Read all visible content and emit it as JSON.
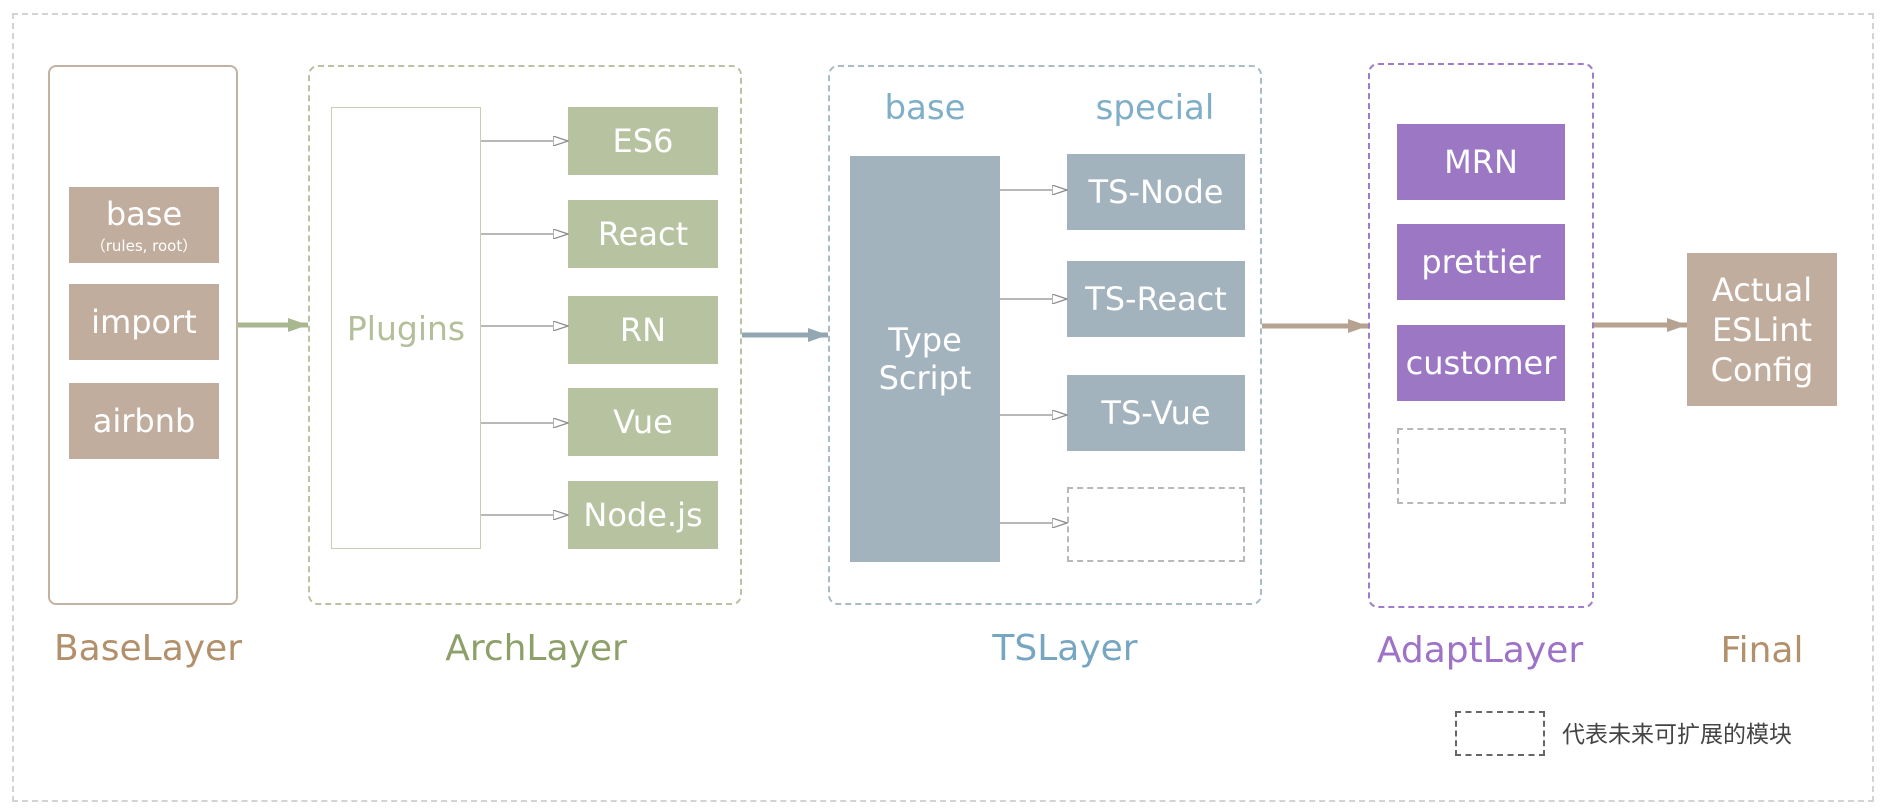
{
  "colors": {
    "base": "#c1ad9d",
    "arch": "#b7c2a0",
    "ts": "#a3b3bd",
    "adapt": "#9c78c4",
    "base_label": "#b3906c",
    "arch_label": "#8ea06a",
    "ts_label": "#77a6c2",
    "adapt_label": "#9d72c7"
  },
  "base_layer": {
    "label": "BaseLayer",
    "items": [
      {
        "text": "base",
        "sub": "（rules, root）"
      },
      {
        "text": "import"
      },
      {
        "text": "airbnb"
      }
    ]
  },
  "arch_layer": {
    "label": "ArchLayer",
    "plugins": "Plugins",
    "items": [
      "ES6",
      "React",
      "RN",
      "Vue",
      "Node.js"
    ]
  },
  "ts_layer": {
    "label": "TSLayer",
    "col_base": "base",
    "col_special": "special",
    "main_line1": "Type",
    "main_line2": "Script",
    "items": [
      "TS-Node",
      "TS-React",
      "TS-Vue"
    ]
  },
  "adapt_layer": {
    "label": "AdaptLayer",
    "items": [
      "MRN",
      "prettier",
      "customer"
    ]
  },
  "final": {
    "label": "Final",
    "line1": "Actual",
    "line2": "ESLint",
    "line3": "Config"
  },
  "legend": {
    "text": "代表未来可扩展的模块"
  }
}
